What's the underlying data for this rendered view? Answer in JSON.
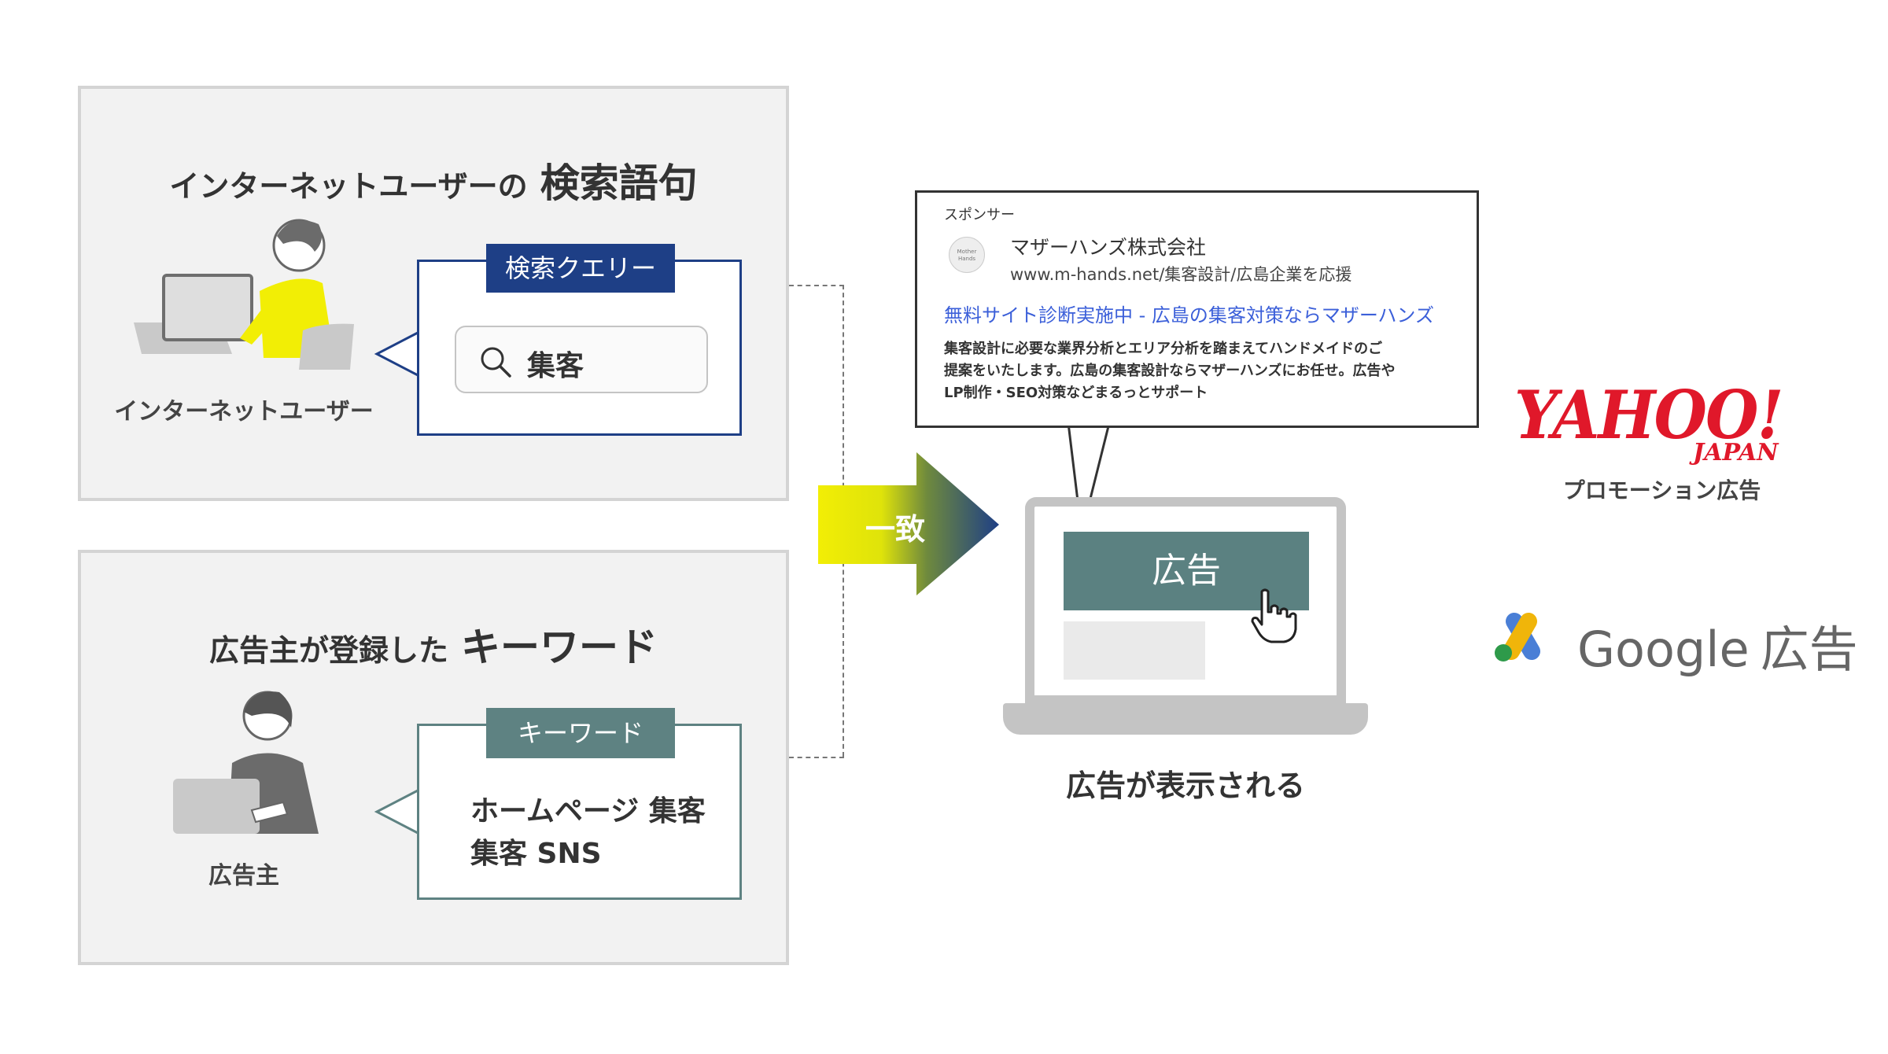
{
  "search_panel": {
    "title_prefix": "インターネットユーザーの",
    "title_main": "検索語句",
    "person_label": "インターネットユーザー",
    "tag": "検索クエリー",
    "query": "集客"
  },
  "keyword_panel": {
    "title_prefix": "広告主が登録した",
    "title_main": "キーワード",
    "person_label": "広告主",
    "tag": "キーワード",
    "keyword_lines": [
      "ホームページ 集客",
      "集客 SNS"
    ]
  },
  "match_arrow": {
    "label": "一致"
  },
  "ad_preview": {
    "sponsor_label": "スポンサー",
    "advertiser": "マザーハンズ株式会社",
    "url": "www.m-hands.net/集客設計/広島企業を応援",
    "headline": "無料サイト診断実施中 - 広島の集客対策ならマザーハンズ",
    "description_lines": [
      "集客設計に必要な業界分析とエリア分析を踏まえてハンドメイドのご",
      "提案をいたします。広島の集客設計ならマザーハンズにお任せ。広告や",
      "LP制作・SEO対策などまるっとサポート"
    ],
    "favicon_text": "Mother Hands"
  },
  "laptop": {
    "ad_label": "広告",
    "caption": "広告が表示される"
  },
  "platforms": {
    "yahoo_logo": "YAHOO!",
    "yahoo_sub": "JAPAN",
    "yahoo_caption": "プロモーション広告",
    "google_word": "Google",
    "google_suffix": "広告"
  },
  "colors": {
    "navy": "#1e3f86",
    "teal": "#5e8282",
    "ad_block": "#5b8181",
    "link_blue": "#3b5fd9",
    "yahoo_red": "#e0182a",
    "panel_bg": "#f2f2f2",
    "yellow": "#f2ee05"
  }
}
